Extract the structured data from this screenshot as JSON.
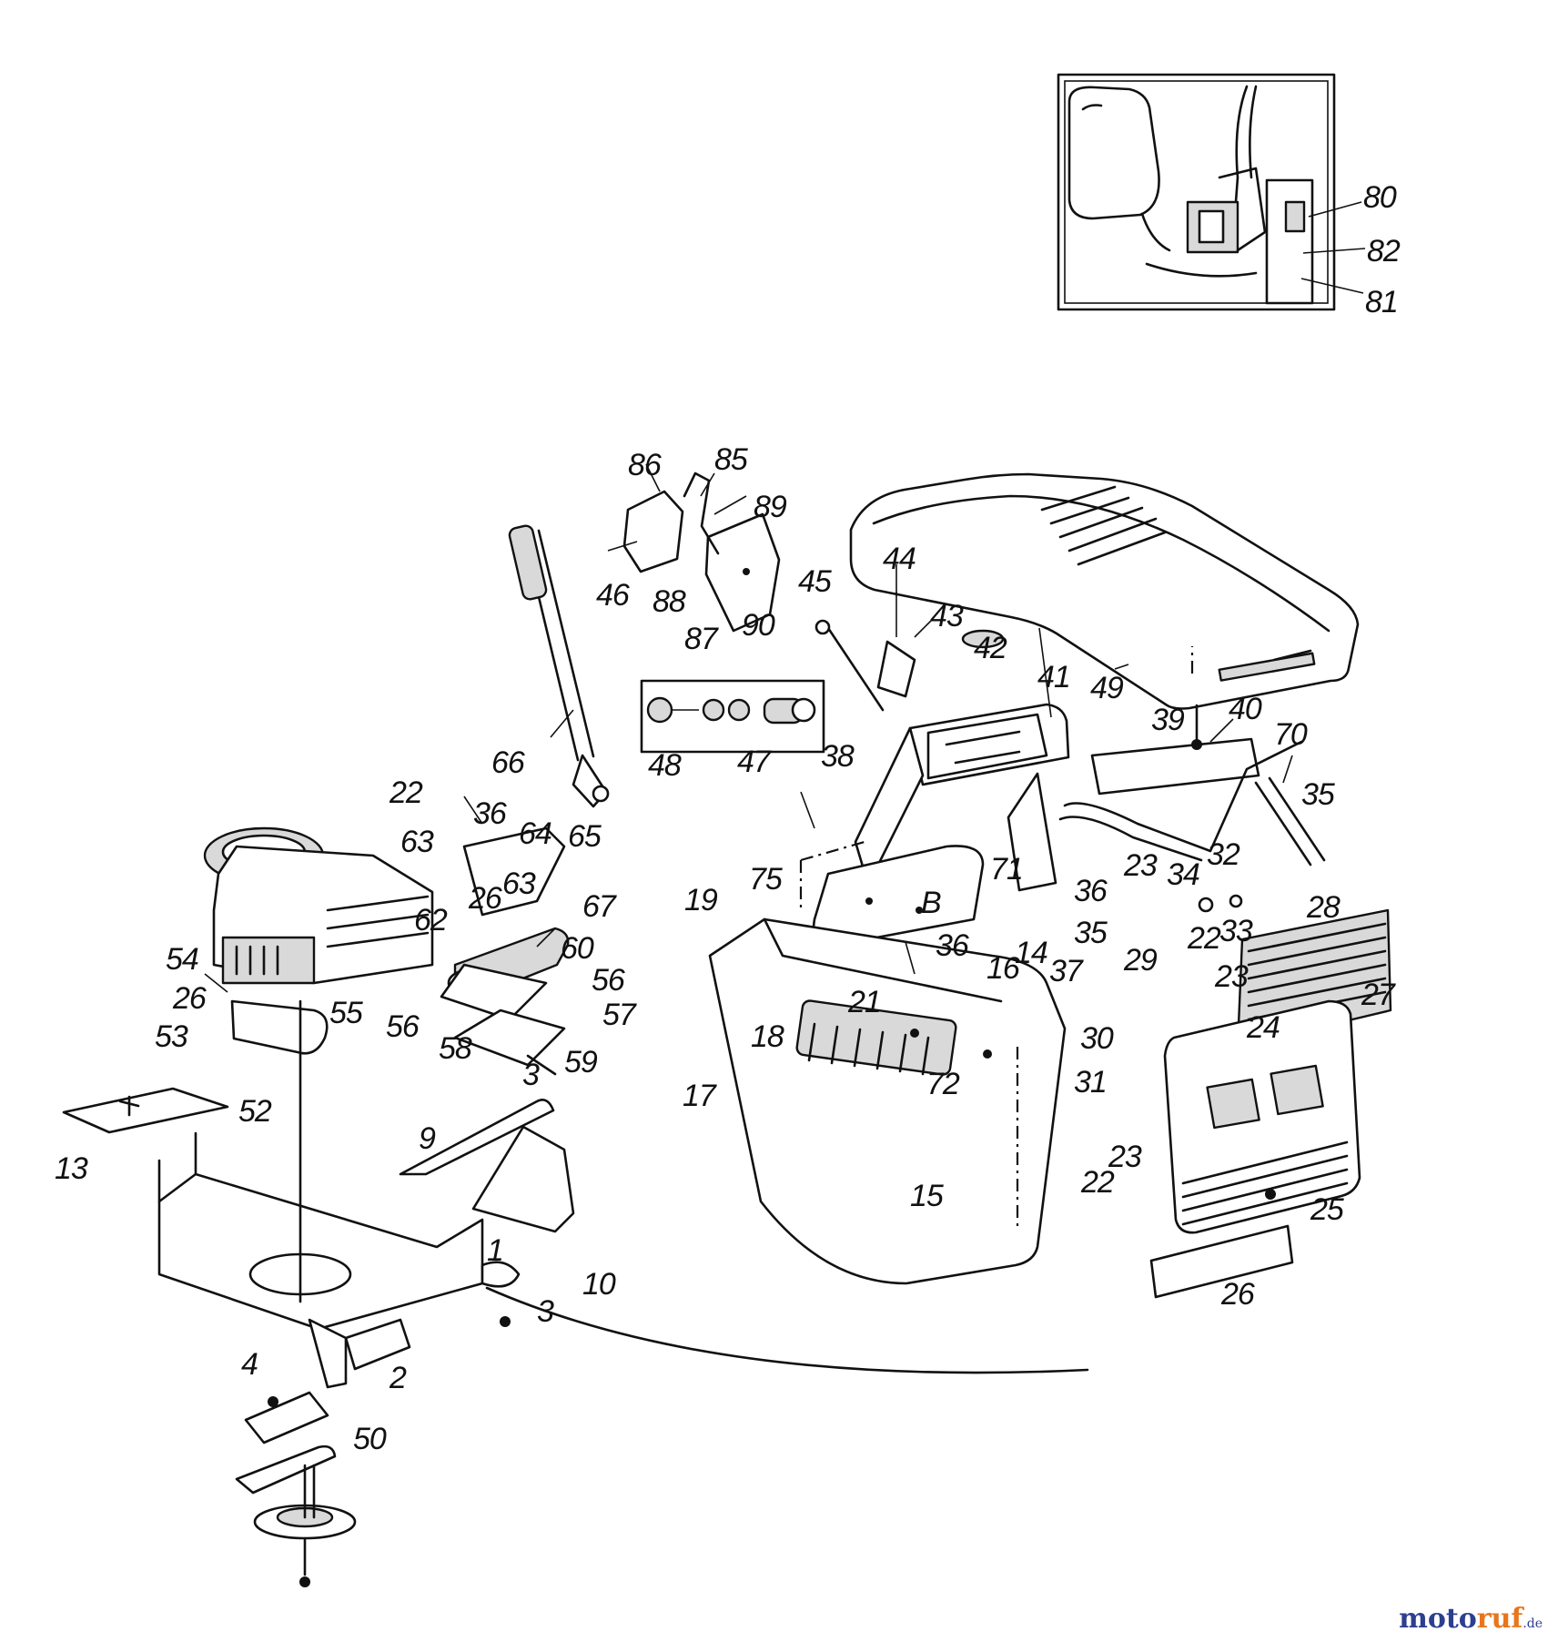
{
  "diagram": {
    "callouts": [
      {
        "id": "c80",
        "text": "80"
      },
      {
        "id": "c82",
        "text": "82"
      },
      {
        "id": "c81",
        "text": "81"
      },
      {
        "id": "c86a",
        "text": "86"
      },
      {
        "id": "c85",
        "text": "85"
      },
      {
        "id": "c89",
        "text": "89"
      },
      {
        "id": "c46",
        "text": "46"
      },
      {
        "id": "c88",
        "text": "88"
      },
      {
        "id": "c87",
        "text": "87"
      },
      {
        "id": "c90",
        "text": "90"
      },
      {
        "id": "c44",
        "text": "44"
      },
      {
        "id": "c45",
        "text": "45"
      },
      {
        "id": "c43",
        "text": "43"
      },
      {
        "id": "c42",
        "text": "42"
      },
      {
        "id": "c41",
        "text": "41"
      },
      {
        "id": "c49",
        "text": "49"
      },
      {
        "id": "c40",
        "text": "40"
      },
      {
        "id": "c39",
        "text": "39"
      },
      {
        "id": "c70",
        "text": "70"
      },
      {
        "id": "c35a",
        "text": "35"
      },
      {
        "id": "c48",
        "text": "48"
      },
      {
        "id": "c47",
        "text": "47"
      },
      {
        "id": "c66",
        "text": "66"
      },
      {
        "id": "c38",
        "text": "38"
      },
      {
        "id": "c22a",
        "text": "22"
      },
      {
        "id": "c36a",
        "text": "36"
      },
      {
        "id": "c64",
        "text": "64"
      },
      {
        "id": "c65",
        "text": "65"
      },
      {
        "id": "c63a",
        "text": "63"
      },
      {
        "id": "c63b",
        "text": "63"
      },
      {
        "id": "c26a",
        "text": "26"
      },
      {
        "id": "c75",
        "text": "75"
      },
      {
        "id": "c71",
        "text": "71"
      },
      {
        "id": "c23a",
        "text": "23"
      },
      {
        "id": "c34",
        "text": "34"
      },
      {
        "id": "c32",
        "text": "32"
      },
      {
        "id": "c36b",
        "text": "36"
      },
      {
        "id": "c33",
        "text": "33"
      },
      {
        "id": "c35b",
        "text": "35"
      },
      {
        "id": "c19",
        "text": "19"
      },
      {
        "id": "c67",
        "text": "67"
      },
      {
        "id": "cB",
        "text": "B"
      },
      {
        "id": "c62",
        "text": "62"
      },
      {
        "id": "c36c",
        "text": "36"
      },
      {
        "id": "c60",
        "text": "60"
      },
      {
        "id": "c28",
        "text": "28"
      },
      {
        "id": "c54",
        "text": "54"
      },
      {
        "id": "c55",
        "text": "55"
      },
      {
        "id": "c56a",
        "text": "56"
      },
      {
        "id": "c56b",
        "text": "56"
      },
      {
        "id": "c21",
        "text": "21"
      },
      {
        "id": "c16",
        "text": "16"
      },
      {
        "id": "c14",
        "text": "14"
      },
      {
        "id": "c29",
        "text": "29"
      },
      {
        "id": "c22b",
        "text": "22"
      },
      {
        "id": "c23b",
        "text": "23"
      },
      {
        "id": "c27",
        "text": "27"
      },
      {
        "id": "c26b",
        "text": "26"
      },
      {
        "id": "c53",
        "text": "53"
      },
      {
        "id": "c58",
        "text": "58"
      },
      {
        "id": "c57",
        "text": "57"
      },
      {
        "id": "c37",
        "text": "37"
      },
      {
        "id": "c18",
        "text": "18"
      },
      {
        "id": "c30",
        "text": "30"
      },
      {
        "id": "c24",
        "text": "24"
      },
      {
        "id": "c59",
        "text": "59"
      },
      {
        "id": "c3a",
        "text": "3"
      },
      {
        "id": "c52",
        "text": "52"
      },
      {
        "id": "c17",
        "text": "17"
      },
      {
        "id": "c72",
        "text": "72"
      },
      {
        "id": "c31",
        "text": "31"
      },
      {
        "id": "c13",
        "text": "13"
      },
      {
        "id": "c9",
        "text": "9"
      },
      {
        "id": "c23c",
        "text": "23"
      },
      {
        "id": "c22c",
        "text": "22"
      },
      {
        "id": "c25",
        "text": "25"
      },
      {
        "id": "c15",
        "text": "15"
      },
      {
        "id": "c1",
        "text": "1"
      },
      {
        "id": "c10",
        "text": "10"
      },
      {
        "id": "c26c",
        "text": "26"
      },
      {
        "id": "c3b",
        "text": "3"
      },
      {
        "id": "c4",
        "text": "4"
      },
      {
        "id": "c2",
        "text": "2"
      },
      {
        "id": "c50",
        "text": "50"
      }
    ]
  },
  "watermark": {
    "part1": "moto",
    "part2": "ruf",
    "part3": ".de"
  }
}
